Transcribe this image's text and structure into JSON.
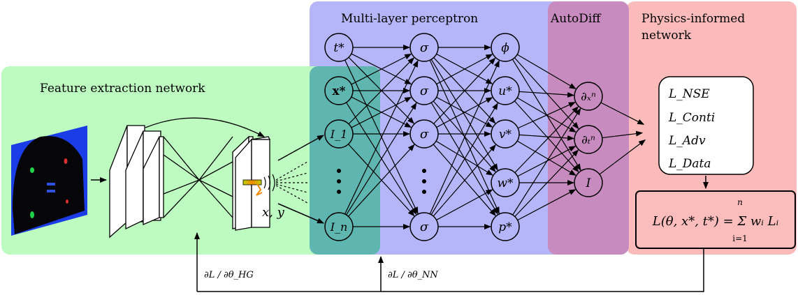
{
  "regions": {
    "feature": "Feature extraction network",
    "mlp": "Multi-layer perceptron",
    "autodiff": "AutoDiff",
    "pinn_line1": "Physics-informed",
    "pinn_line2": "network"
  },
  "colors": {
    "feature_bg": "#bdfbc0",
    "mlp_bg": "#b5b5f9",
    "overlap_bg": "#5fb6b0",
    "autodiff_bg": "#c78bbf",
    "pinn_bg": "#fbbbbb",
    "loss_box_bg": "#fbbcbc"
  },
  "inputs": [
    "t*",
    "x*",
    "I_1",
    "I_n"
  ],
  "hidden": [
    "σ",
    "σ",
    "σ",
    "σ"
  ],
  "outputs": [
    "ϕ",
    "u*",
    "v*",
    "w*",
    "p*"
  ],
  "derivatives": [
    "∂ₓⁿ",
    "∂ₜⁿ",
    "I"
  ],
  "losses": [
    "L_NSE",
    "L_Conti",
    "L_Adv",
    "L_Data"
  ],
  "total_loss": "L(θ, x*, t*) = Σ wᵢ Lᵢ",
  "sum_upper": "n",
  "sum_lower": "i=1",
  "coords_label": "x, y",
  "grad_hg": "∂L / ∂θ_HG",
  "grad_nn": "∂L / ∂θ_NN"
}
